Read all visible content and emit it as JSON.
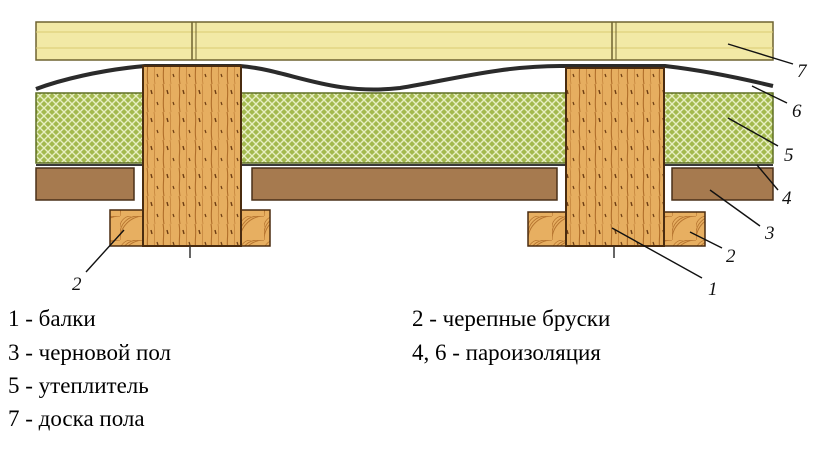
{
  "callouts": {
    "n1": "1",
    "n2_left": "2",
    "n2_right": "2",
    "n3": "3",
    "n4": "4",
    "n5": "5",
    "n6": "6",
    "n7": "7"
  },
  "legend": {
    "items": [
      "1 - балки",
      "2 - черепные бруски",
      "3 - черновой пол",
      "4, 6 - пароизоляция",
      "5 - утеплитель",
      "7 - доска пола"
    ]
  },
  "colors": {
    "floor_board": "#f2e9a6",
    "insulation": "#9fb54a",
    "subfloor": "#a67a4f",
    "beam": "#e5ad5f",
    "vapor_barrier": "#2b2b2b"
  }
}
